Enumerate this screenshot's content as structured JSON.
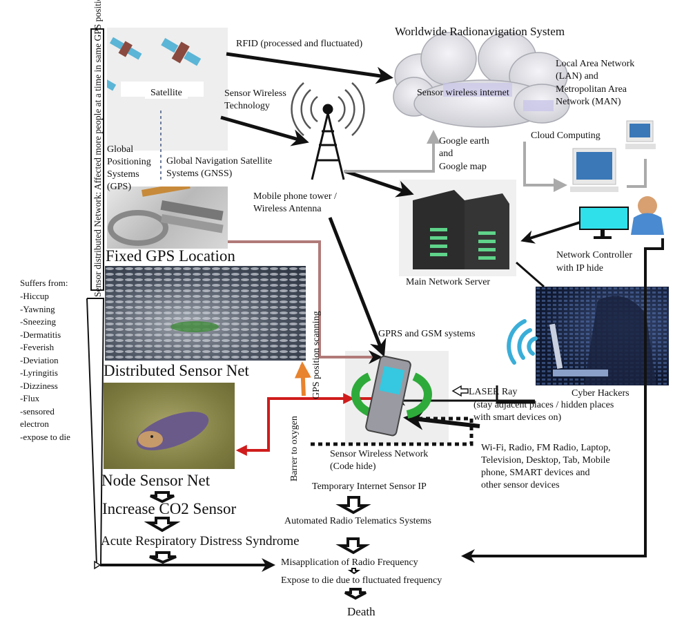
{
  "diagram": {
    "satellite": {
      "label": "Satellite",
      "gps_label": [
        "Global",
        "Positioning",
        "Systems",
        "(GPS)"
      ],
      "gnss_label": [
        "Global Navigation Satellite",
        "Systems (GNSS)"
      ]
    },
    "rfid_label": "RFID (processed and fluctuated)",
    "sensor_wireless_tech": [
      "Sensor Wireless",
      "Technology"
    ],
    "radionav_title": "Worldwide Radionavigation System",
    "cloud_label": "Sensor wireless internet",
    "lan_man": [
      "Local Area Network",
      "(LAN) and",
      "Metropolitan Area",
      "Network (MAN)"
    ],
    "google_label": [
      "Google earth",
      "and",
      "Google map"
    ],
    "cloud_computing": "Cloud Computing",
    "tower_label": [
      "Mobile phone tower /",
      "Wireless Antenna"
    ],
    "main_server": "Main Network Server",
    "network_controller": [
      "Network Controller",
      "with IP hide"
    ],
    "fixed_gps": "Fixed GPS Location",
    "distributed_net": "Distributed Sensor Net",
    "node_net": "Node Sensor Net",
    "gps_scanning": "GPS position scanning",
    "barrier_oxygen": "Barrer to oxygen",
    "gprs_gsm": "GPRS and GSM systems",
    "laser_ray": "LASER Ray",
    "cyber_hackers": [
      "Cyber Hackers",
      "(stay adjacent places / hidden places",
      "with smart devices on)"
    ],
    "devices": [
      "Wi-Fi, Radio, FM Radio, Laptop,",
      "Television, Desktop, Tab, Mobile",
      "phone, SMART devices and",
      "other sensor devices"
    ],
    "sensor_wireless_network": [
      "Sensor Wireless Network",
      "(Code hide)"
    ],
    "temp_internet": "Temporary Internet  Sensor IP",
    "automated_radio": "Automated Radio Telematics Systems",
    "misapplication": "Misapplication of Radio Frequency",
    "expose": "Expose to die due to fluctuated frequency",
    "death": "Death",
    "increase_co2": "Increase CO2 Sensor",
    "ards": "Acute Respiratory Distress Syndrome",
    "vertical_banner": "Sensor distributed Network: Affected more people at a time in same GPS positions",
    "symptoms_title": "Suffers from:",
    "symptoms": [
      "-Hiccup",
      "-Yawning",
      "-Sneezing",
      "-Dermatitis",
      "-Feverish",
      "-Deviation",
      "-Lyringitis",
      "-Dizziness",
      "-Flux",
      "-sensored",
      "electron",
      "-expose to die"
    ],
    "colors": {
      "red_arrow": "#d01c1c",
      "orange_arrow": "#e8832e",
      "brown_line": "#b07a78",
      "wifi_blue": "#3aaed8",
      "green_signal": "#2eaa3a",
      "screen_cyan": "#2fe0ea"
    }
  }
}
